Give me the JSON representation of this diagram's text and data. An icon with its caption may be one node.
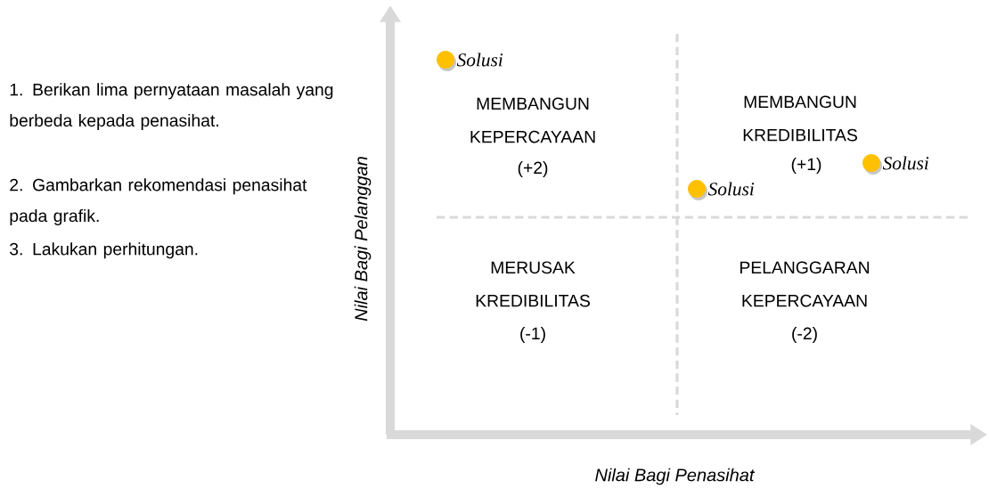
{
  "diagram": {
    "labels": [
      "1. Berikan lima pernyataan masalah yang berbeda kepada penasihat.",
      "2. Gambarkan rekomendasi penasihat pada grafik.",
      "3. Lakukan perhitungan.",
      "Nilai Bagi Pelanggan",
      "Solusi",
      "MEMBANGUN KEPERCAYAAN",
      "(+2)",
      "MEMBANGUN KREDIBILITAS",
      "(+1)",
      "Solusi",
      "Solusi",
      "MERUSAK KREDIBILITAS",
      "(-1)",
      "PELANGGARAN KEPERCAYAAN",
      "(-2)",
      "Nilai Bagi Penasihat"
    ]
  }
}
